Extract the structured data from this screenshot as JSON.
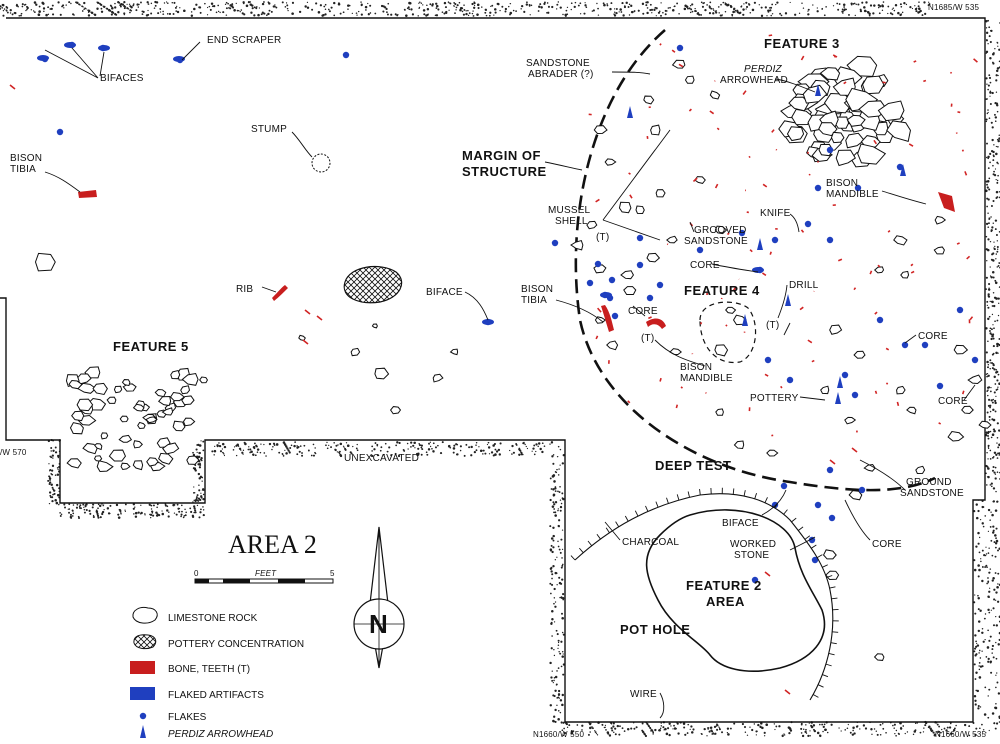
{
  "map": {
    "title": "AREA 2",
    "grid_labels": {
      "top_right": "N1685/W 535",
      "bottom_mid": "N1660/W 550",
      "bottom_right": "N1660/W 535",
      "left": "/W 570"
    },
    "features": {
      "feature3": "FEATURE 3",
      "feature4": "FEATURE 4",
      "feature5": "FEATURE 5",
      "feature2_line1": "FEATURE 2",
      "feature2_line2": "AREA"
    },
    "labels": {
      "bifaces": "BIFACES",
      "end_scraper": "END SCRAPER",
      "stump": "STUMP",
      "bison_tibia_left_1": "BISON",
      "bison_tibia_left_2": "TIBIA",
      "rib": "RIB",
      "biface_mid": "BIFACE",
      "unexcavated": "UNEXCAVATED",
      "sandstone_abrader_1": "SANDSTONE",
      "sandstone_abrader_2": "ABRADER (?)",
      "perdiz_1": "PERDIZ",
      "perdiz_2": "ARROWHEAD",
      "margin_1": "MARGIN OF",
      "margin_2": "STRUCTURE",
      "mussel_1": "MUSSEL",
      "mussel_2": "SHELL",
      "grooved_1": "GROOVED",
      "grooved_2": "SANDSTONE",
      "knife": "KNIFE",
      "bison_mandible_r_1": "BISON",
      "bison_mandible_r_2": "MANDIBLE",
      "t1": "(T)",
      "core_mid": "CORE",
      "bison_tibia_c_1": "BISON",
      "bison_tibia_c_2": "TIBIA",
      "core_left": "CORE",
      "t2": "(T)",
      "drill": "DRILL",
      "t3": "(T)",
      "bison_mandible_c_1": "BISON",
      "bison_mandible_c_2": "MANDIBLE",
      "core_right1": "CORE",
      "core_right2": "CORE",
      "pottery": "POTTERY",
      "deep_test": "DEEP TEST",
      "ground_1": "GROUND",
      "ground_2": "SANDSTONE",
      "biface_low": "BIFACE",
      "worked_1": "WORKED",
      "worked_2": "STONE",
      "core_low": "CORE",
      "charcoal": "CHARCOAL",
      "pot_hole": "POT HOLE",
      "wire": "WIRE"
    },
    "scale": {
      "zero": "0",
      "unit": "FEET",
      "max": "5"
    },
    "north": "N",
    "legend": [
      {
        "symbol": "limestone",
        "label": "LIMESTONE ROCK"
      },
      {
        "symbol": "pottery",
        "label": "POTTERY CONCENTRATION"
      },
      {
        "symbol": "bone",
        "label": "BONE, TEETH (T)"
      },
      {
        "symbol": "flaked",
        "label": "FLAKED ARTIFACTS"
      },
      {
        "symbol": "flake-dot",
        "label": "FLAKES"
      },
      {
        "symbol": "arrowhead",
        "label": "PERDIZ ARROWHEAD"
      }
    ],
    "colors": {
      "bone": "#c81e1e",
      "flaked": "#1f3fbf",
      "ink": "#111111"
    }
  }
}
